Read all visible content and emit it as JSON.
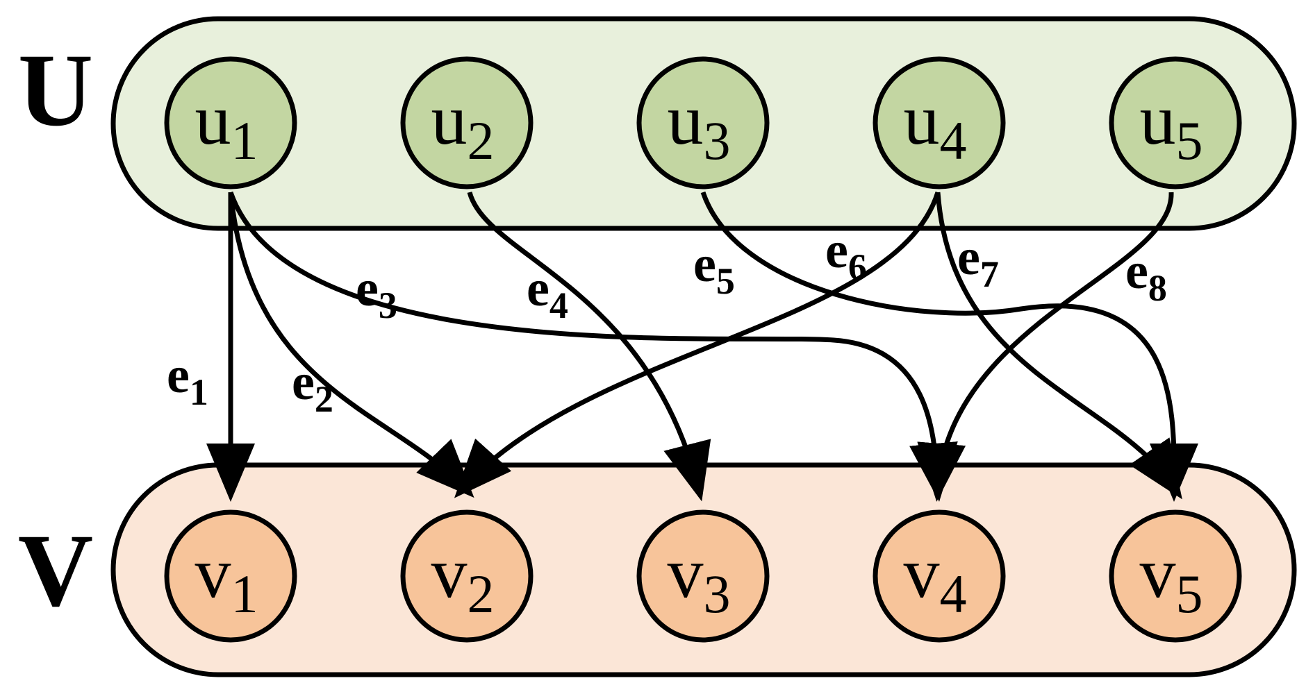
{
  "sets": {
    "U": {
      "label": "U",
      "fill": "#e8f0dc",
      "node_fill": "#c3d6a2"
    },
    "V": {
      "label": "V",
      "fill": "#fbe6d7",
      "node_fill": "#f7c49a"
    }
  },
  "nodes_u": [
    {
      "base": "u",
      "sub": "1"
    },
    {
      "base": "u",
      "sub": "2"
    },
    {
      "base": "u",
      "sub": "3"
    },
    {
      "base": "u",
      "sub": "4"
    },
    {
      "base": "u",
      "sub": "5"
    }
  ],
  "nodes_v": [
    {
      "base": "v",
      "sub": "1"
    },
    {
      "base": "v",
      "sub": "2"
    },
    {
      "base": "v",
      "sub": "3"
    },
    {
      "base": "v",
      "sub": "4"
    },
    {
      "base": "v",
      "sub": "5"
    }
  ],
  "edges": [
    {
      "label": "e",
      "sub": "1",
      "from": "u1",
      "to": "v1"
    },
    {
      "label": "e",
      "sub": "2",
      "from": "u1",
      "to": "v2"
    },
    {
      "label": "e",
      "sub": "3",
      "from": "u1",
      "to": "v4"
    },
    {
      "label": "e",
      "sub": "4",
      "from": "u2",
      "to": "v3"
    },
    {
      "label": "e",
      "sub": "5",
      "from": "u3",
      "to": "v5"
    },
    {
      "label": "e",
      "sub": "6",
      "from": "u4",
      "to": "v2"
    },
    {
      "label": "e",
      "sub": "7",
      "from": "u4",
      "to": "v5"
    },
    {
      "label": "e",
      "sub": "8",
      "from": "u5",
      "to": "v4"
    }
  ]
}
